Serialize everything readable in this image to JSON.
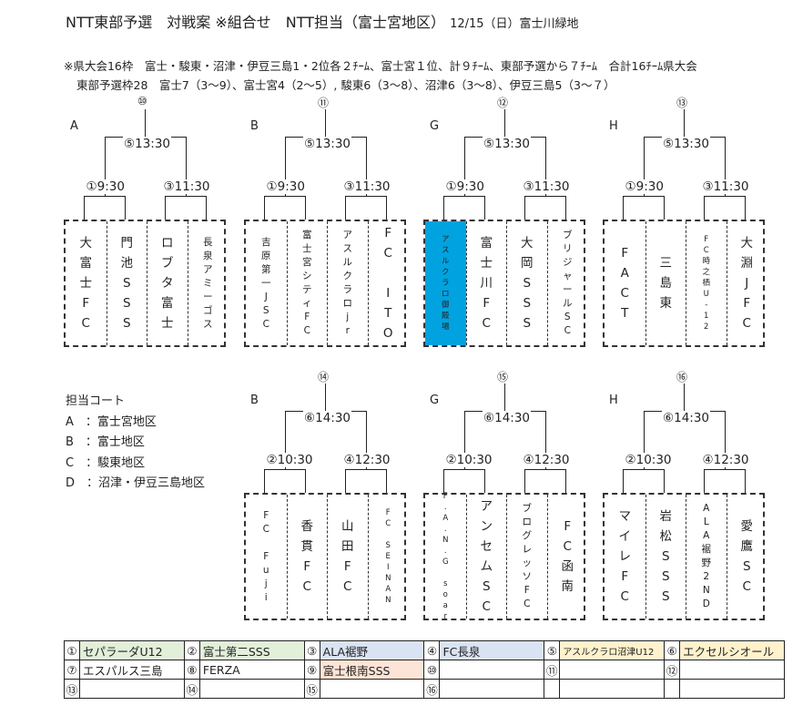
{
  "header": {
    "title": "NTT東部予選　対戦案 ※組合せ　NTT担当（富士宮地区）",
    "date_venue": "12/15（日）富士川緑地"
  },
  "notes": [
    "※県大会16枠　富士・駿東・沼津・伊豆三島1・2位各２ﾁｰﾑ、富士宮１位、計９ﾁｰﾑ、東部予選から７ﾁｰﾑ　合計16ﾁｰﾑ県大会",
    "東部予選枠28　富士7（3～9）、富士宮4（2～5）, 駿東6（3～8）、沼津6（3～8）、伊豆三島5（3～７）"
  ],
  "brackets": [
    {
      "group": "A",
      "match": "⑩",
      "final": "⑤13:30",
      "semi1": "①9:30",
      "semi2": "③11:30",
      "teams": [
        "大\n富\n士\nF\nC",
        "門\n池\nS\nS\nS",
        "ロ\nブ\nタ\n富\n士",
        "長\n泉\nア\nミ\nー\nゴ\nス"
      ]
    },
    {
      "group": "B",
      "match": "⑪",
      "final": "⑤13:30",
      "semi1": "①9:30",
      "semi2": "③11:30",
      "teams": [
        "吉\n原\n第\n一\nJ\nS\nC",
        "富\n士\n宮\nシ\nテ\nィ\nF\nC",
        "ア\nス\nル\nク\nラ\nロ\nj\nr",
        "F\nC\n \nI\nT\nO"
      ]
    },
    {
      "group": "G",
      "match": "⑫",
      "final": "⑤13:30",
      "semi1": "①9:30",
      "semi2": "③11:30",
      "teams": [
        "ア\nス\nル\nク\nラ\nロ\n御\n殿\n場",
        "富\n士\n川\nF\nC",
        "大\n岡\nS\nS\nS",
        "ブ\nリ\nジ\nャ\nー\nル\nS\nC"
      ]
    },
    {
      "group": "H",
      "match": "⑬",
      "final": "⑤13:30",
      "semi1": "①9:30",
      "semi2": "③11:30",
      "teams": [
        "F\nA\nC\nT",
        "三\n島\n東",
        "F\nC\n時\n之\n栖\nU\n-\n1\n2",
        "大\n淵\nJ\nF\nC"
      ]
    },
    {
      "group": "B",
      "match": "⑭",
      "final": "⑥14:30",
      "semi1": "②10:30",
      "semi2": "④12:30",
      "teams": [
        "F\nC\n \nF\nu\nj\ni",
        "香\n貫\nF\nC",
        "山\n田\nF\nC",
        "F\nC\n \nS\nE\nI\nN\nA\nN"
      ]
    },
    {
      "group": "G",
      "match": "⑮",
      "final": "⑥14:30",
      "semi1": "②10:30",
      "semi2": "④12:30",
      "teams": [
        "F\n.\nA\n.\nN\n.\nG\n \ns\no\na\nr",
        "ア\nン\nセ\nム\nS\nC",
        "ブ\nロ\nグ\nレ\nッ\nソ\nF\nC",
        "F\nC\n函\n南"
      ]
    },
    {
      "group": "H",
      "match": "⑯",
      "final": "⑥14:30",
      "semi1": "②10:30",
      "semi2": "④12:30",
      "teams": [
        "マ\nイ\nレ\nF\nC",
        "岩\n松\nS\nS\nS",
        "A\nL\nA\n裾\n野\n2\nN\nD",
        "愛\n鷹\nS\nC"
      ]
    }
  ],
  "courts": {
    "title": "担当コート",
    "items": [
      "A　：富士宮地区",
      "B　：富士地区",
      "C　：駿東地区",
      "D　：沼津・伊豆三島地区"
    ]
  },
  "roster": [
    [
      {
        "n": "①",
        "t": "セパラーダU12",
        "bg": "#e2efd9"
      },
      {
        "n": "②",
        "t": "富士第二SSS",
        "bg": "#e2efd9"
      },
      {
        "n": "③",
        "t": "ALA裾野",
        "bg": "#dae3f3"
      },
      {
        "n": "④",
        "t": "FC長泉",
        "bg": "#dae3f3"
      },
      {
        "n": "⑤",
        "t": "アスルクラロ沼津U12",
        "bg": "#fff2cc"
      },
      {
        "n": "⑥",
        "t": "エクセルシオール",
        "bg": "#fff2cc"
      }
    ],
    [
      {
        "n": "⑦",
        "t": "エスパルス三島",
        "bg": "#ffffff"
      },
      {
        "n": "⑧",
        "t": "FERZA",
        "bg": "#ffffff"
      },
      {
        "n": "⑨",
        "t": "富士根南SSS",
        "bg": "#fce4d6"
      },
      {
        "n": "⑩",
        "t": "",
        "bg": "#ffffff"
      },
      {
        "n": "⑪",
        "t": "",
        "bg": "#ffffff"
      },
      {
        "n": "⑫",
        "t": "",
        "bg": "#ffffff"
      }
    ],
    [
      {
        "n": "⑬",
        "t": "",
        "bg": "#ffffff"
      },
      {
        "n": "⑭",
        "t": "",
        "bg": "#ffffff"
      },
      {
        "n": "⑮",
        "t": "",
        "bg": "#ffffff"
      },
      {
        "n": "⑯",
        "t": "",
        "bg": "#ffffff"
      },
      {
        "n": "",
        "t": "",
        "bg": "#ffffff"
      },
      {
        "n": "",
        "t": "",
        "bg": "#ffffff"
      }
    ]
  ],
  "colors": {
    "highlight": "#00a3e0"
  }
}
